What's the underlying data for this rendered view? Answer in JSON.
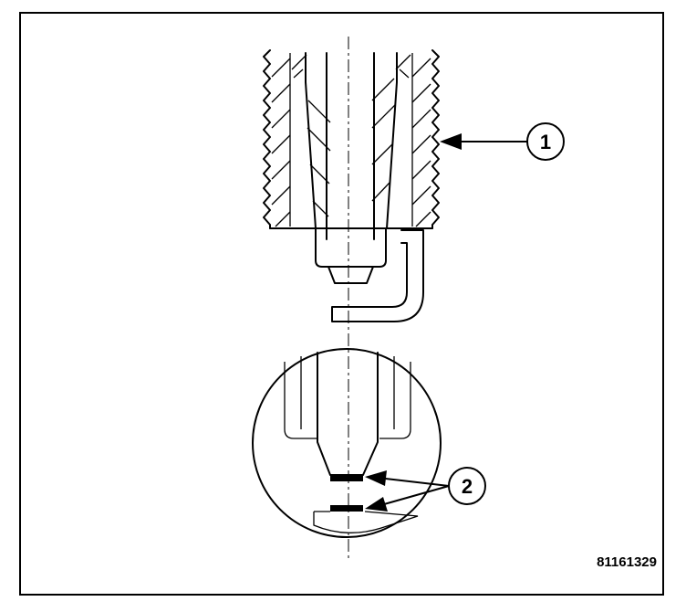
{
  "figure": {
    "id_label": "81161329"
  },
  "callouts": [
    {
      "number": "1"
    },
    {
      "number": "2"
    }
  ],
  "colors": {
    "line": "#000000",
    "background": "#ffffff"
  }
}
